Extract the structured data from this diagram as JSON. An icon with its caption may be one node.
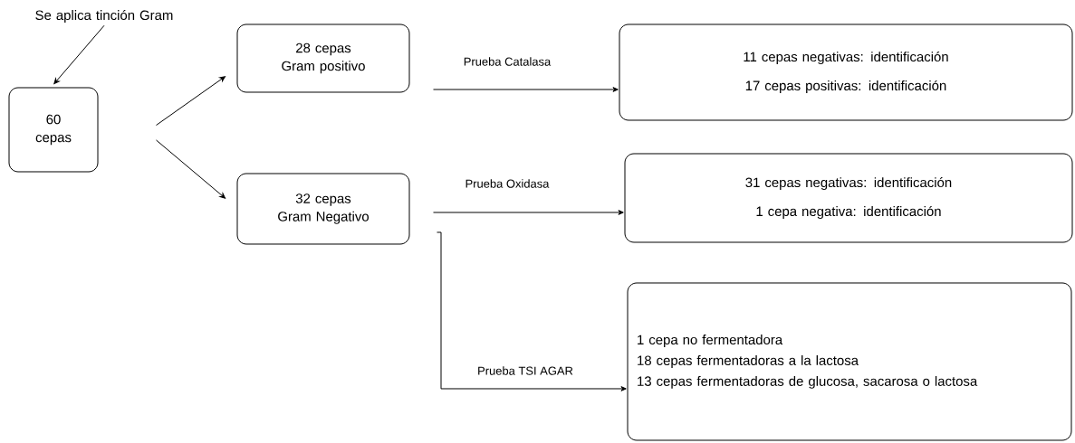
{
  "diagram": {
    "nodes": [
      {
        "text": [
          "Se aplica tinción Gram"
        ]
      },
      {
        "text": [
          "60 cepas"
        ]
      },
      {
        "text": [
          "28 cepas Gram positivo"
        ]
      },
      {
        "text": [
          "32 cepas Gram Negativo"
        ]
      },
      {
        "text": [
          "11 cepas negativas: identificación",
          "17 cepas positivas: identificación"
        ]
      },
      {
        "text": [
          "31 cepas negativas: identificación",
          "1 cepa negativa: identificación"
        ]
      },
      {
        "text": [
          "1 cepa no fermentadora",
          "18 cepas fermentadoras a la lactosa",
          "13 cepas fermentadoras de glucosa, sacarosa o lactosa"
        ]
      }
    ],
    "edges": [
      {
        "from": 0,
        "to": 1,
        "arrow": "to"
      },
      {
        "from": 1,
        "to": 2,
        "arrow": "to"
      },
      {
        "from": 1,
        "to": 3,
        "arrow": "to"
      },
      {
        "from": 2,
        "to": 4,
        "arrow": "to",
        "label": "Prueba Catalasa"
      },
      {
        "from": 3,
        "to": 5,
        "arrow": "to",
        "label": "Prueba Oxidasa"
      },
      {
        "from": 3,
        "to": 6,
        "arrow": "to",
        "label": "Prueba TSI AGAR"
      }
    ]
  }
}
